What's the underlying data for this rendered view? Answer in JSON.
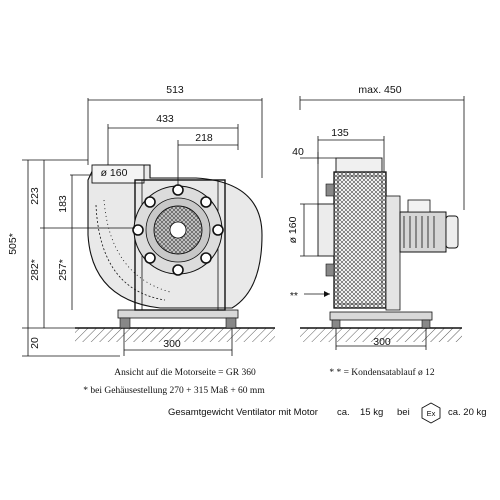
{
  "dimensions_side": {
    "total_width": "513",
    "mid_width": "433",
    "inner_width": "218",
    "duct_diameter": "ø 160",
    "total_height": "505*",
    "height_top": "223",
    "height_mid": "183",
    "height_low": "282*",
    "height_low2": "257*",
    "base_offset": "20",
    "base_width": "300"
  },
  "dimensions_front": {
    "max_width": "max. 450",
    "inlet_width": "135",
    "inlet_offset": "40",
    "inlet_diameter": "ø 160",
    "base_width": "300",
    "drain_marker": "**"
  },
  "notes": {
    "motor_side": "Ansicht auf die Motorseite = GR 360",
    "housing_note": "* bei Gehäusestellung 270 + 315    Maß + 60 mm",
    "drain_note": "* * = Kondensatablauf ø 12"
  },
  "total_weight": {
    "label": "Gesamtgewicht Ventilator mit Motor",
    "approx1": "ca.",
    "weight": "15 kg",
    "with": "bei",
    "ex_symbol": "Ex",
    "approx2": "ca. 20 kg"
  }
}
